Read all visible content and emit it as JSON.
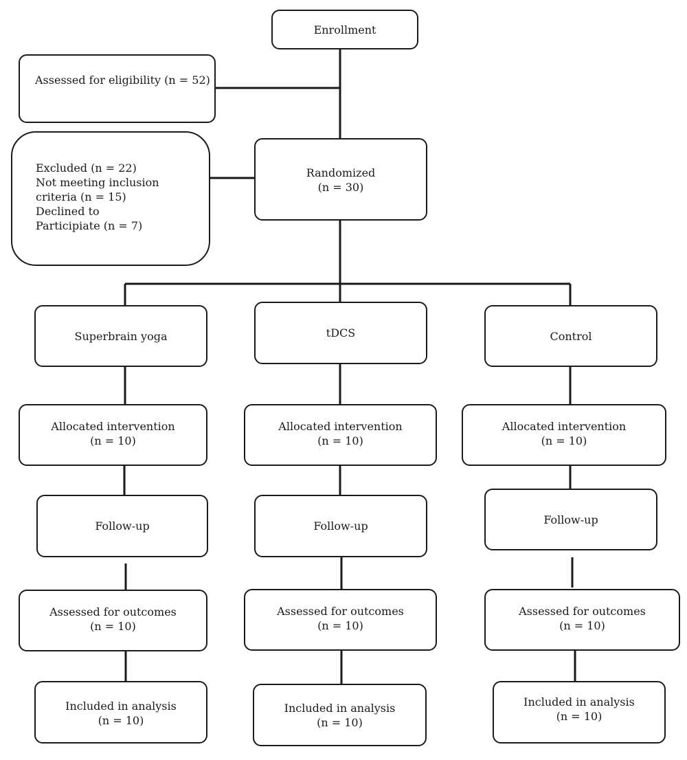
{
  "enrollment": {
    "label": "Enrollment"
  },
  "eligibility": {
    "label": "Assessed for eligibility (n = 52)"
  },
  "excluded": {
    "lines": [
      "Excluded (n = 22)",
      "Not meeting inclusion",
      "criteria (n = 15)",
      "Declined to",
      "Participiate (n = 7)"
    ]
  },
  "randomized": {
    "label": "Randomized",
    "count": "(n = 30)"
  },
  "arms": [
    {
      "group": "Superbrain yoga",
      "allocated": {
        "label": "Allocated intervention",
        "count": "(n = 10)"
      },
      "followup": "Follow-up",
      "assessed": {
        "label": "Assessed for outcomes",
        "count": "(n = 10)"
      },
      "analysis": {
        "label": "Included in analysis",
        "count": "(n = 10)"
      }
    },
    {
      "group": "tDCS",
      "allocated": {
        "label": "Allocated intervention",
        "count": "(n = 10)"
      },
      "followup": "Follow-up",
      "assessed": {
        "label": "Assessed for outcomes",
        "count": "(n = 10)"
      },
      "analysis": {
        "label": "Included in analysis",
        "count": "(n = 10)"
      }
    },
    {
      "group": "Control",
      "allocated": {
        "label": "Allocated intervention",
        "count": "(n = 10)"
      },
      "followup": "Follow-up",
      "assessed": {
        "label": "Assessed for outcomes",
        "count": "(n = 10)"
      },
      "analysis": {
        "label": "Included in analysis",
        "count": "(n = 10)"
      }
    }
  ]
}
